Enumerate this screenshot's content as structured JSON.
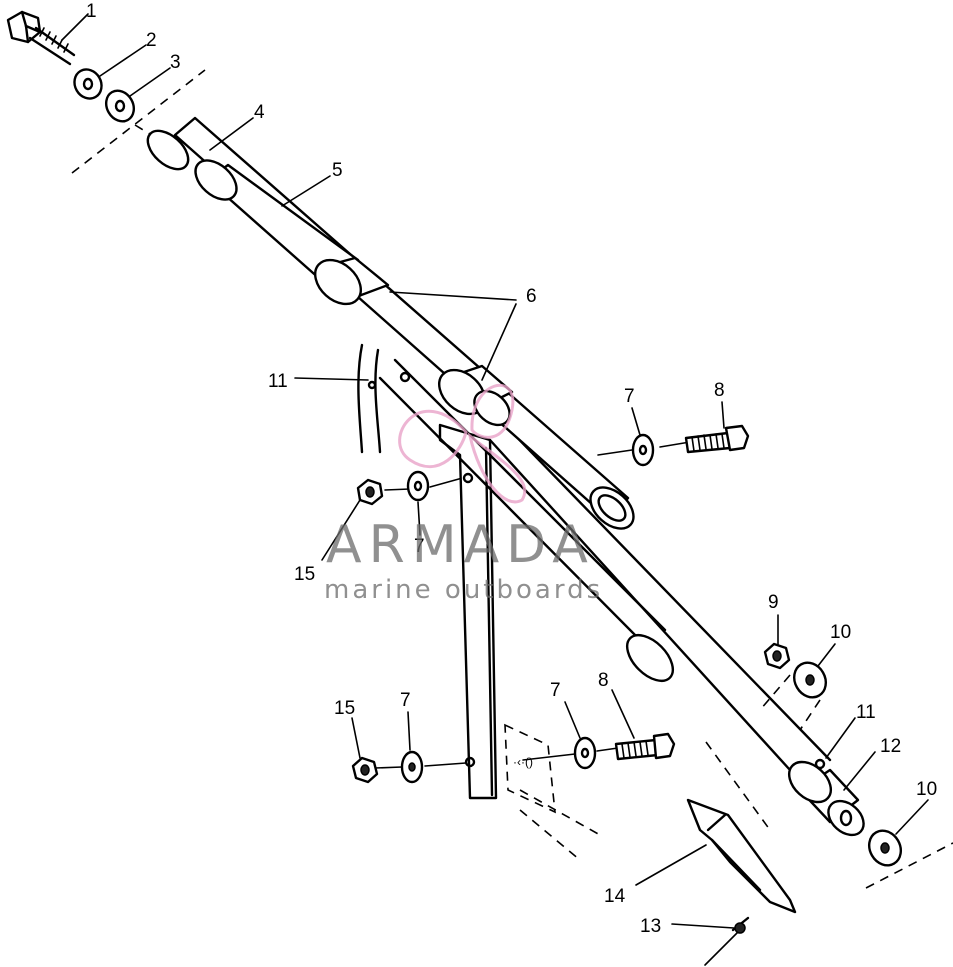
{
  "callouts": [
    "1",
    "2",
    "3",
    "4",
    "5",
    "6",
    "11",
    "7",
    "8",
    "15",
    "7",
    "9",
    "10",
    "15",
    "7",
    "7",
    "8",
    "11",
    "12",
    "10",
    "14",
    "13"
  ],
  "watermark": {
    "brand": "ARMADA",
    "tagline": "marine outboards",
    "accent_color": "#e9a3c8",
    "text_color": "#6b6b6b"
  }
}
